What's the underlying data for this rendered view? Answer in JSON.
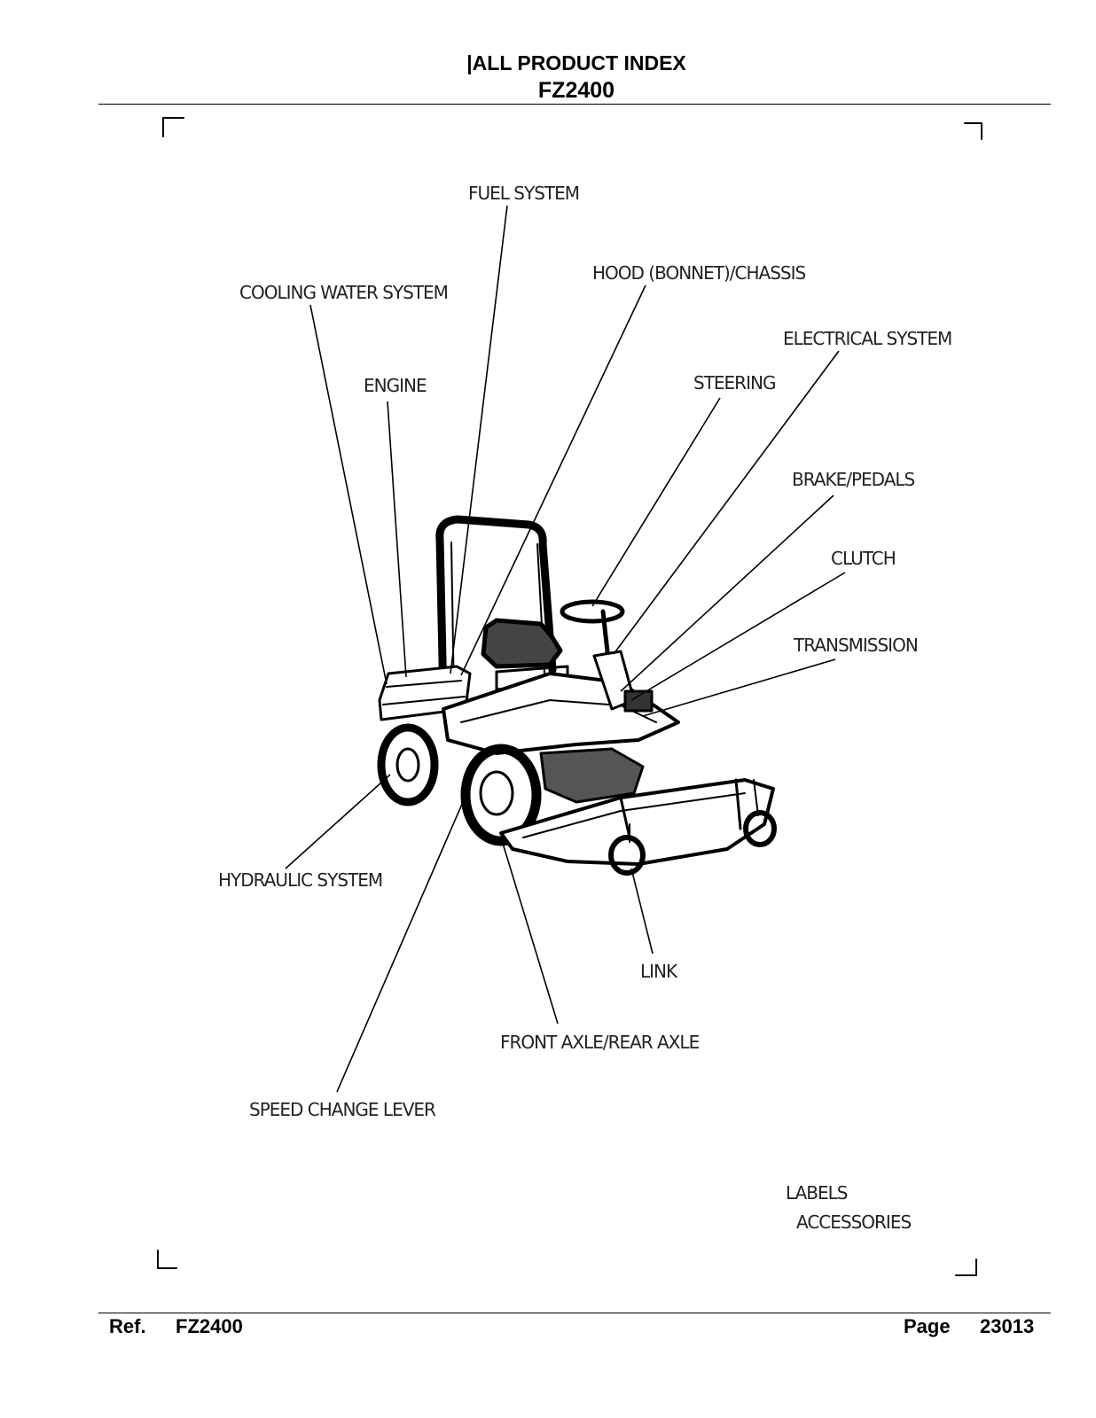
{
  "header": {
    "title_line1": "|ALL PRODUCT INDEX",
    "title_line2": "FZ2400"
  },
  "diagram": {
    "labels": {
      "fuel_system": "FUEL SYSTEM",
      "hood_chassis": "HOOD (BONNET)/CHASSIS",
      "cooling_water_system": "COOLING WATER SYSTEM",
      "electrical_system": "ELECTRICAL SYSTEM",
      "engine": "ENGINE",
      "steering": "STEERING",
      "brake_pedals": "BRAKE/PEDALS",
      "clutch": "CLUTCH",
      "transmission": "TRANSMISSION",
      "hydraulic_system": "HYDRAULIC SYSTEM",
      "link": "LINK",
      "front_rear_axle": "FRONT AXLE/REAR AXLE",
      "speed_change_lever": "SPEED CHANGE LEVER",
      "labels": "LABELS",
      "accessories": "ACCESSORIES"
    }
  },
  "footer": {
    "ref_label": "Ref.",
    "ref_value": "FZ2400",
    "page_label": "Page",
    "page_value": "23013"
  }
}
